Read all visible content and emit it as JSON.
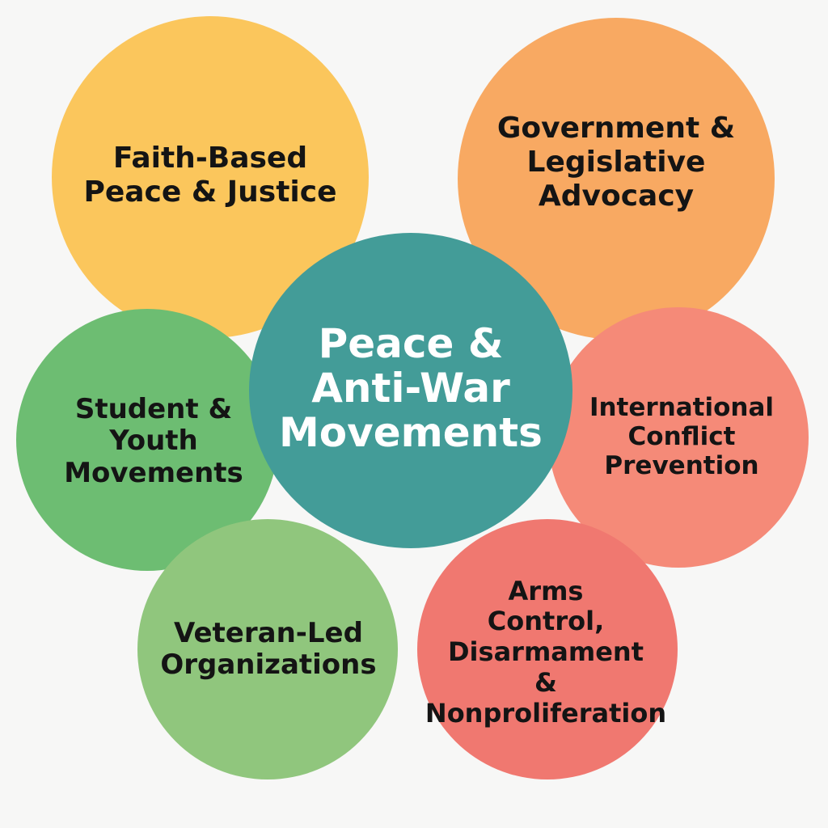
{
  "diagram": {
    "center": {
      "label": "Peace &\nAnti-War\nMovements",
      "color": "#439c98"
    },
    "nodes": [
      {
        "id": "faith",
        "label": "Faith-Based\nPeace & Justice",
        "color": "#fbc65c"
      },
      {
        "id": "gov",
        "label": "Government &\nLegislative\nAdvocacy",
        "color": "#f8a962"
      },
      {
        "id": "student",
        "label": "Student &\nYouth\nMovements",
        "color": "#6dbd72"
      },
      {
        "id": "intl",
        "label": "International\nConflict\nPrevention",
        "color": "#f58a78"
      },
      {
        "id": "veteran",
        "label": "Veteran-Led\nOrganizations",
        "color": "#90c67d"
      },
      {
        "id": "arms",
        "label": "Arms\nControl,\nDisarmament\n&\nNonproliferation",
        "color": "#f07870"
      }
    ]
  }
}
